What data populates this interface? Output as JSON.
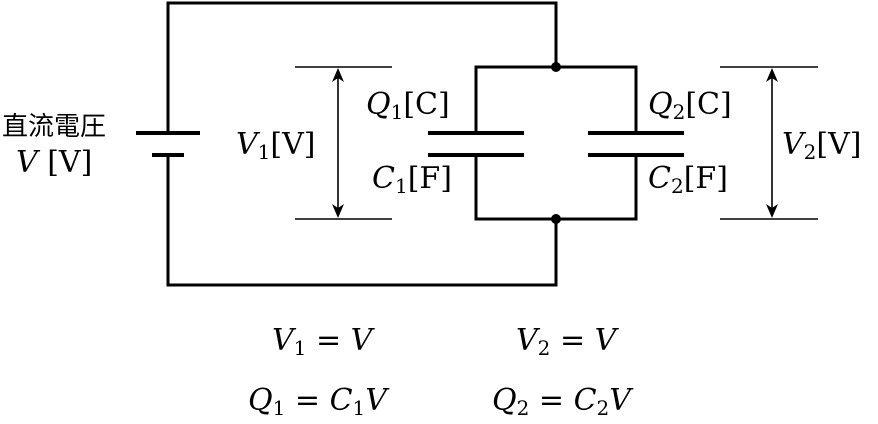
{
  "source": {
    "caption": "直流電圧",
    "symbol": "V",
    "unit": "[V]"
  },
  "capacitor1": {
    "charge_symbol": "Q",
    "charge_sub": "1",
    "charge_unit": "[C]",
    "cap_symbol": "C",
    "cap_sub": "1",
    "cap_unit": "[F]",
    "voltage_symbol": "V",
    "voltage_sub": "1",
    "voltage_unit": "[V]"
  },
  "capacitor2": {
    "charge_symbol": "Q",
    "charge_sub": "2",
    "charge_unit": "[C]",
    "cap_symbol": "C",
    "cap_sub": "2",
    "cap_unit": "[F]",
    "voltage_symbol": "V",
    "voltage_sub": "2",
    "voltage_unit": "[V]"
  },
  "equations": {
    "eq1": {
      "lhs": "V",
      "lhs_sub": "1",
      "op": "=",
      "rhs": "V"
    },
    "eq2": {
      "lhs": "V",
      "lhs_sub": "2",
      "op": "=",
      "rhs": "V"
    },
    "eq3": {
      "lhs": "Q",
      "lhs_sub": "1",
      "op": "=",
      "rhs_a": "C",
      "rhs_sub": "1",
      "rhs_b": "V"
    },
    "eq4": {
      "lhs": "Q",
      "lhs_sub": "2",
      "op": "=",
      "rhs_a": "C",
      "rhs_sub": "2",
      "rhs_b": "V"
    }
  }
}
